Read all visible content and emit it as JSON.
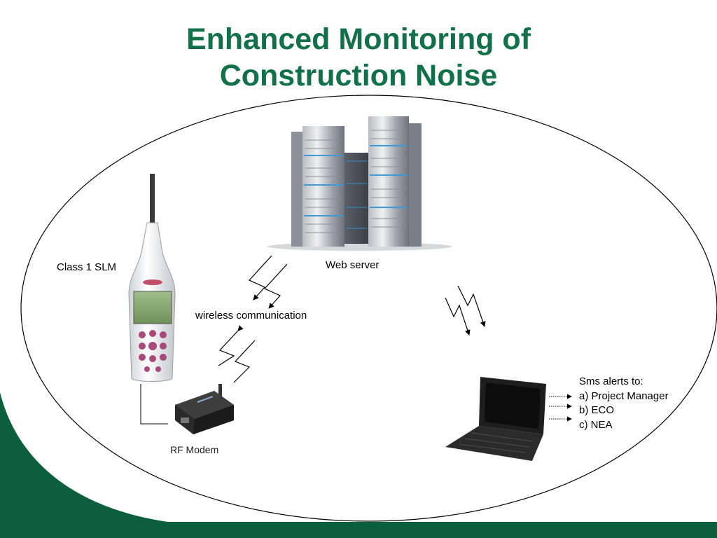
{
  "slide": {
    "title_line1": "Enhanced Monitoring of",
    "title_line2": "Construction Noise",
    "title_color": "#12704a",
    "accent_green": "#0c5f3c"
  },
  "nodes": {
    "slm": {
      "label": "Class 1 SLM",
      "icon": "sound-level-meter-icon"
    },
    "server": {
      "label": "Web server",
      "icon": "server-tower-icon"
    },
    "modem": {
      "label": "RF Modem",
      "icon": "rf-modem-icon"
    },
    "laptop": {
      "icon": "laptop-icon"
    }
  },
  "links": {
    "wireless_label": "wireless communication",
    "wireless_icon": "lightning-arrow-icon"
  },
  "sms": {
    "heading": "Sms alerts to:",
    "recipients": [
      "a) Project Manager",
      "b) ECO",
      "c) NEA"
    ]
  }
}
